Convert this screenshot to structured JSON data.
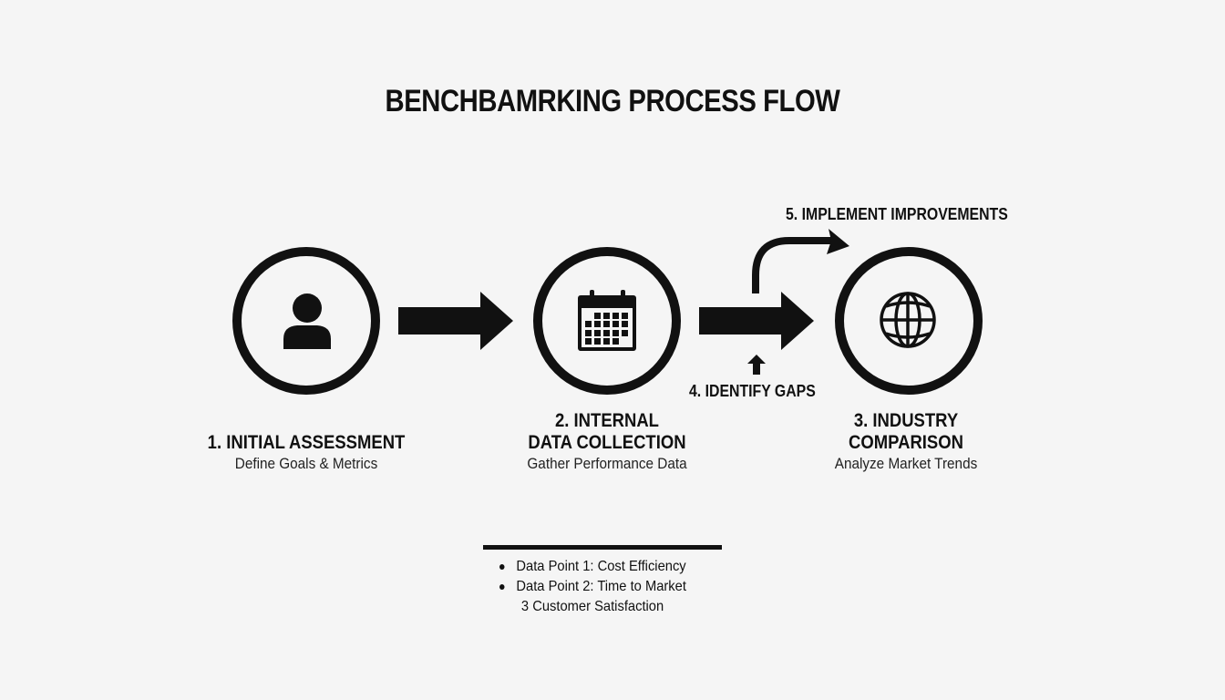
{
  "title": "BENCHBAMRKING PROCESS FLOW",
  "colors": {
    "background": "#f5f5f5",
    "ink": "#111111"
  },
  "steps": [
    {
      "icon": "user-icon",
      "title_lines": [
        "1. INITIAL ASSESSMENT"
      ],
      "subtitle": "Define Goals & Metrics"
    },
    {
      "icon": "calendar-icon",
      "title_lines": [
        "2. INTERNAL",
        "DATA COLLECTION"
      ],
      "subtitle": "Gather Performance Data"
    },
    {
      "icon": "globe-icon",
      "title_lines": [
        "3. INDUSTRY",
        "COMPARISON"
      ],
      "subtitle": "Analyze Market Trends"
    }
  ],
  "annotations": {
    "identify_gaps": "4. IDENTIFY GAPS",
    "implement_improvements": "5. IMPLEMENT IMPROVEMENTS"
  },
  "data_points": [
    {
      "bullet": true,
      "text": "Data Point 1: Cost Efficiency"
    },
    {
      "bullet": true,
      "text": "Data Point 2: Time to Market"
    },
    {
      "bullet": false,
      "text": "3 Customer Satisfaction"
    }
  ]
}
